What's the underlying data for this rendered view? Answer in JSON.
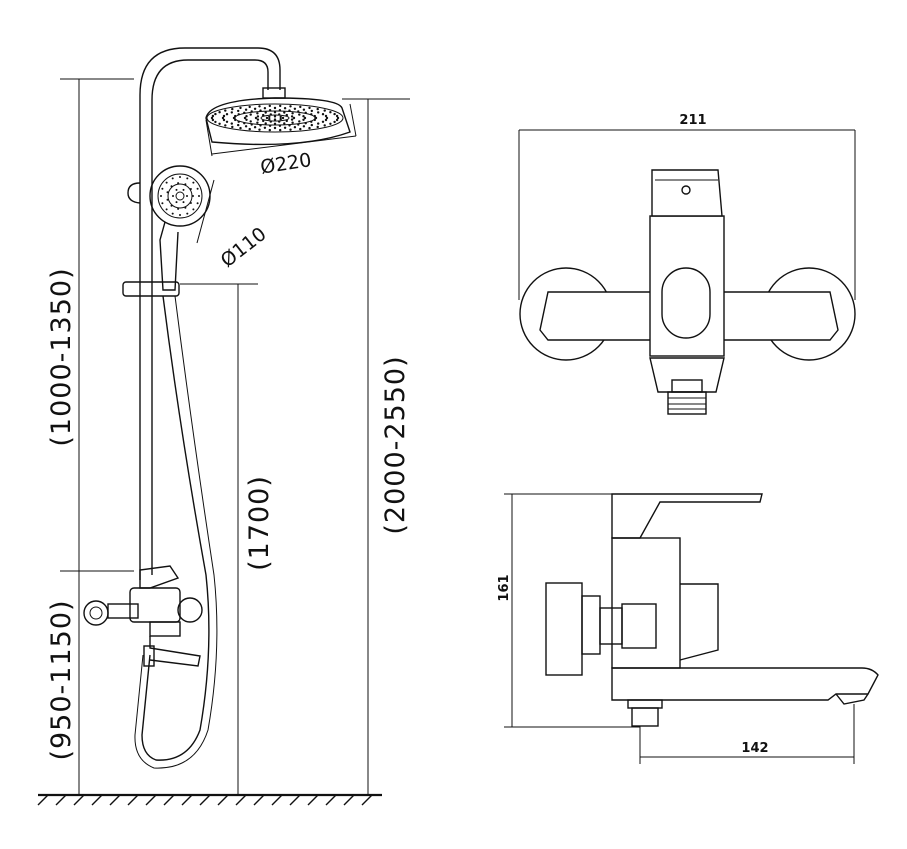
{
  "dimensions": {
    "head_diameter": "Ø220",
    "handshower_diameter": "Ø110",
    "top_height_range": "(1000-1350)",
    "valve_height_range": "(950-1150)",
    "slider_height": "(1700)",
    "total_height_range": "(2000-2550)",
    "faucet_width": "211",
    "faucet_height": "161",
    "spout_length": "142"
  }
}
